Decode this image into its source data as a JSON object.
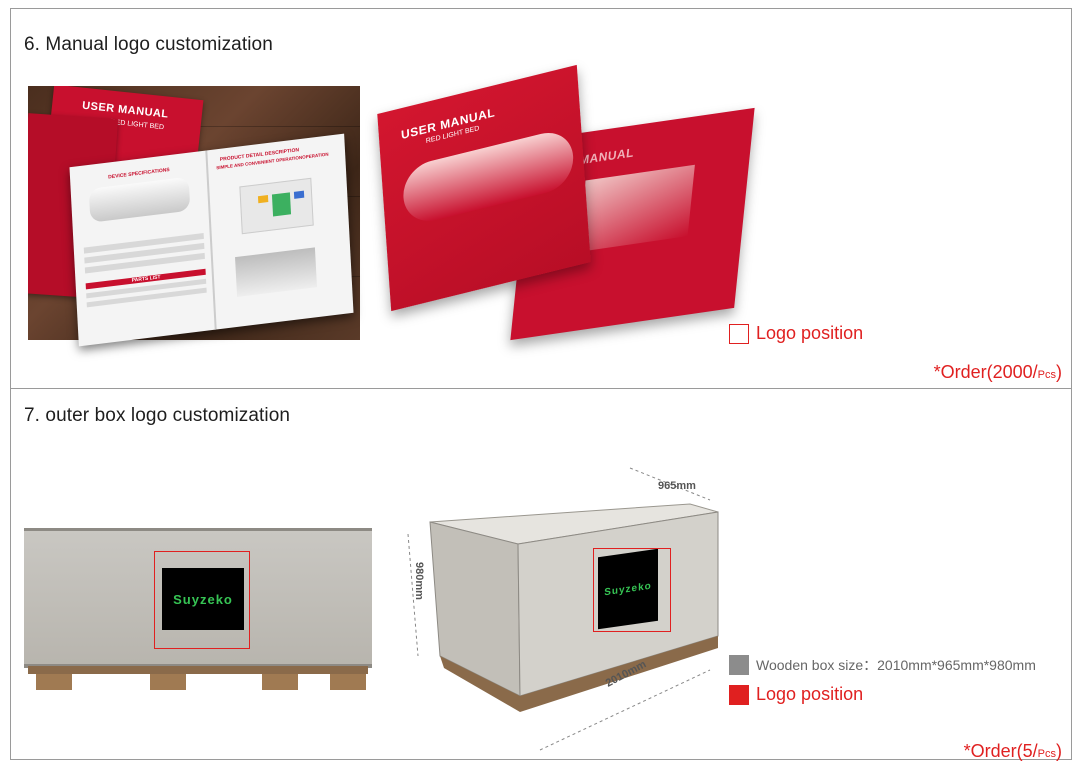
{
  "sections": [
    {
      "title": "6. Manual logo customization",
      "legend_logo": "Logo position",
      "order_prefix": "*Order(2000/",
      "order_unit": "Pcs",
      "order_suffix": ")"
    },
    {
      "title": "7. outer box logo customization",
      "legend_size": "Wooden box size：2010mm*965mm*980mm",
      "legend_logo": "Logo position",
      "order_prefix": "*Order(5/",
      "order_unit": "Pcs",
      "order_suffix": ")"
    }
  ],
  "manual": {
    "cover_title": "USER MANUAL",
    "cover_sub": "RED LIGHT BED",
    "spec_heading": "DEVICE SPECIFICATIONS",
    "detail_heading": "PRODUCT DETAIL DESCRIPTION",
    "detail_sub": "SIMPLE AND CONVENIENT OPERATIONOPERATION",
    "parts_heading": "PARTS LIST",
    "brochure_back_text": "ER MANUAL"
  },
  "brand": "Suyzeko",
  "dimensions": {
    "depth": "965mm",
    "height": "980mm",
    "length": "2010mm"
  },
  "colors": {
    "accent": "#e02020",
    "manual_red": "#c8102e",
    "grey_swatch": "#8c8c8c"
  }
}
